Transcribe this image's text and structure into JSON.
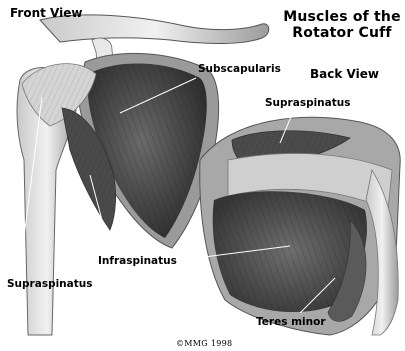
{
  "title": {
    "line1": "Muscles of the",
    "line2": "Rotator Cuff"
  },
  "views": {
    "front": "Front View",
    "back": "Back View"
  },
  "labels": {
    "subscapularis": "Subscapularis",
    "supraspinatus_back": "Supraspinatus",
    "supraspinatus_front": "Supraspinatus",
    "infraspinatus": "Infraspinatus",
    "teres_minor": "Teres minor"
  },
  "copyright": "©MMG 1998"
}
